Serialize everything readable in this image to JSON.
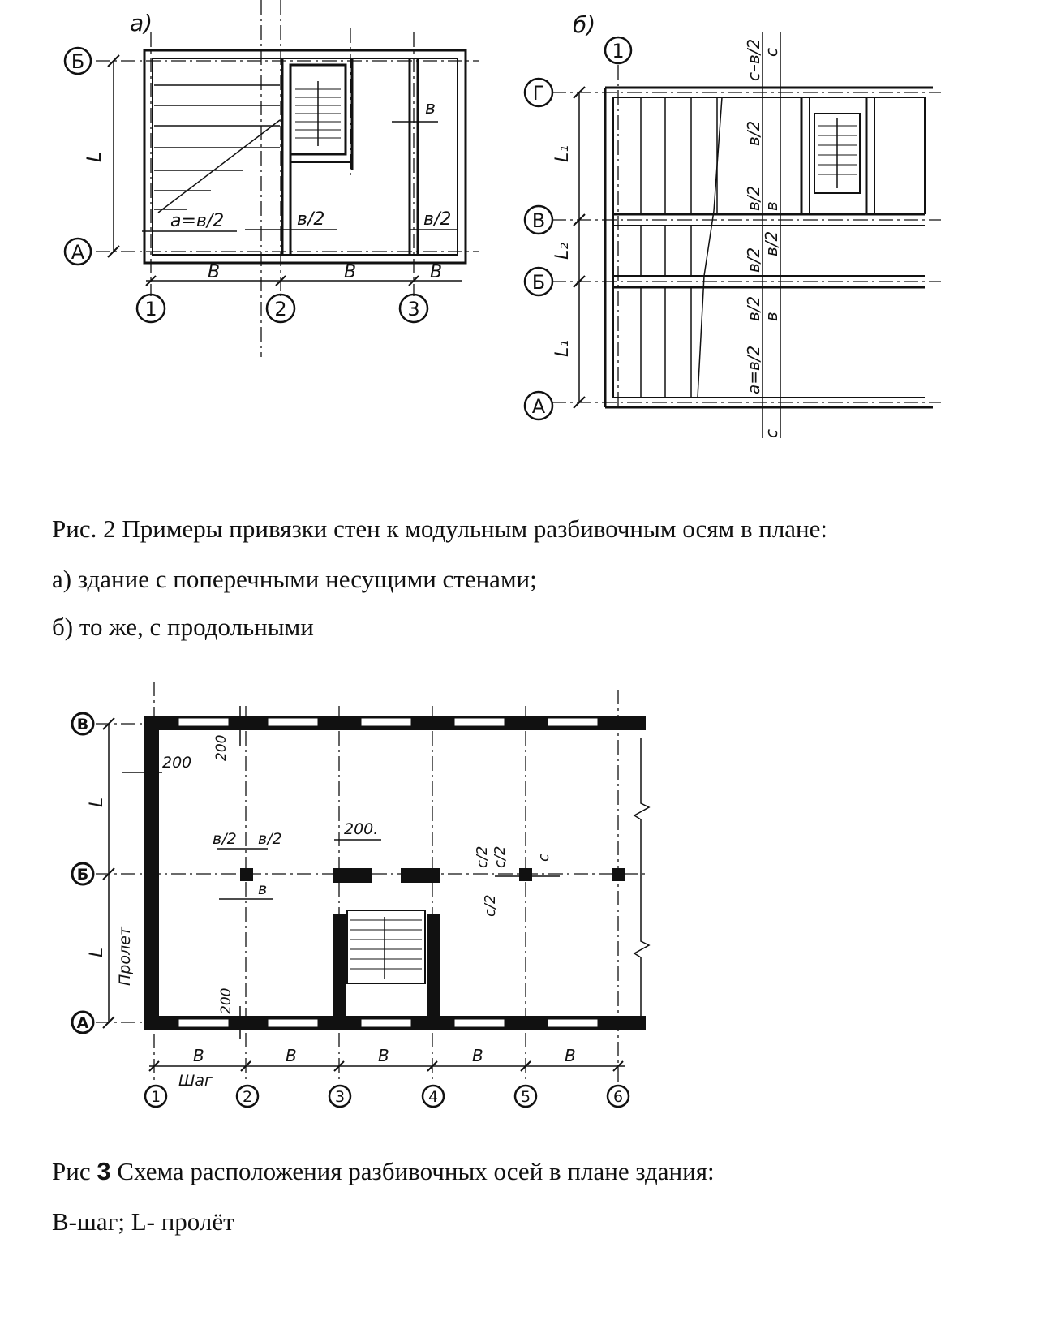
{
  "figure2": {
    "panel_a": {
      "label": "а)",
      "axis_rows": [
        "Б",
        "А"
      ],
      "axis_cols": [
        "1",
        "2",
        "3"
      ],
      "dim_L": "L",
      "dim_B": "В",
      "dim_b_small": "в",
      "dim_a": "a=в/2",
      "dim_b2": "в/2"
    },
    "panel_b": {
      "label": "б)",
      "axis_col": "1",
      "axis_rows": [
        "Г",
        "В",
        "Б",
        "А"
      ],
      "dim_L1": "L₁",
      "dim_L2": "L₂",
      "dim_c_minus": "с–в/2",
      "dim_c": "с",
      "dim_b2": "в/2",
      "dim_b": "в",
      "dim_a": "a=в/2"
    }
  },
  "caption2": {
    "prefix": "Рис.",
    "number": "2",
    "line1_rest": "Примеры привязки стен к модульным разбивочным осям в плане:",
    "line2": "а) здание с поперечными несущими стенами;",
    "line3": "б) то же, с продольными"
  },
  "figure3": {
    "axis_rows": [
      "В",
      "Б",
      "А"
    ],
    "axis_cols": [
      "1",
      "2",
      "3",
      "4",
      "5",
      "6"
    ],
    "dim_L": "L",
    "span": "Пролет",
    "step": "Шаг",
    "dim_B": "В",
    "dim_200": "200",
    "dim_200_dot": "200.",
    "dim_b2": "в/2",
    "dim_b": "в",
    "dim_c2": "с/2",
    "dim_c": "с"
  },
  "caption3": {
    "prefix": "Рис",
    "number": "3",
    "line1_rest": "Схема расположения разбивочных осей в плане здания:",
    "line2": "В-шаг; L- пролёт"
  }
}
